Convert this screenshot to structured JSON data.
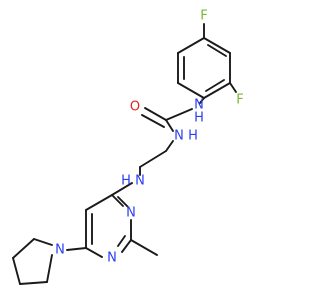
{
  "molecule": {
    "colors": {
      "bond": "#1a1a1a",
      "nitrogen": "#2b3ef0",
      "oxygen": "#e8231c",
      "fluorine": "#7ab833"
    },
    "labels": {
      "f_top": "F",
      "f_ortho": "F",
      "nh_urea_aryl": "N",
      "h_urea_aryl": "H",
      "o_carbonyl": "O",
      "nh_urea_alkyl": "N",
      "h_urea_alkyl": "H",
      "nh_amine": "N",
      "h_amine": "H",
      "n_pyrimidine_3": "N",
      "n_pyrimidine_1": "N",
      "n_pyrrolidine": "N"
    }
  }
}
